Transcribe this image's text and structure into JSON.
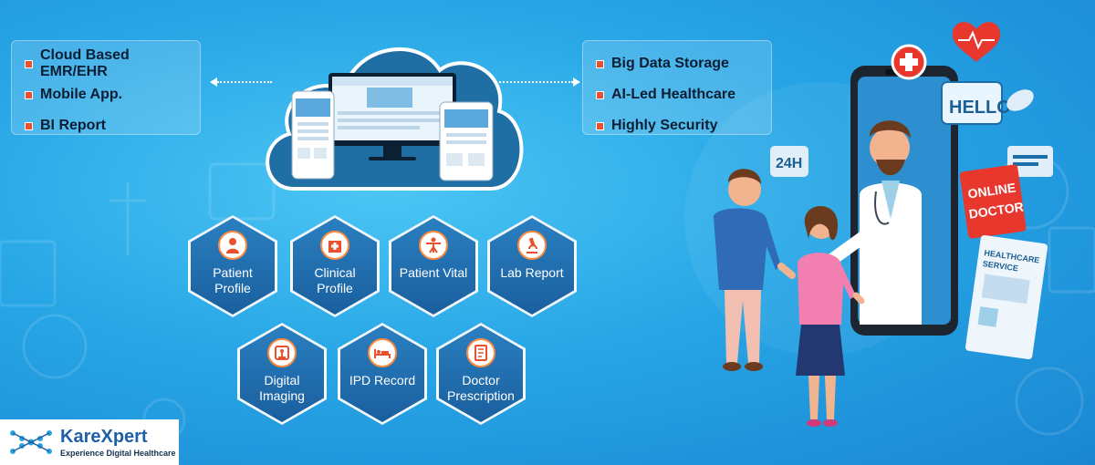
{
  "features_left": [
    {
      "label": "Cloud Based EMR/EHR"
    },
    {
      "label": "Mobile App."
    },
    {
      "label": "BI Report"
    }
  ],
  "features_right": [
    {
      "label": "Big Data Storage"
    },
    {
      "label": "AI-Led Healthcare"
    },
    {
      "label": "Highly Security"
    }
  ],
  "modules": [
    {
      "label": "Patient Profile",
      "icon": "patient-icon"
    },
    {
      "label": "Clinical Profile",
      "icon": "hospital-icon"
    },
    {
      "label": "Patient Vital",
      "icon": "vital-icon"
    },
    {
      "label": "Lab Report",
      "icon": "microscope-icon"
    },
    {
      "label": "Digital Imaging",
      "icon": "xray-icon"
    },
    {
      "label": "IPD Record",
      "icon": "bed-icon"
    },
    {
      "label": "Doctor Prescription",
      "icon": "prescription-icon"
    }
  ],
  "illustration": {
    "badge_24h": "24H",
    "hello_bubble": "HELLO",
    "online_doctor_line1": "ONLINE",
    "online_doctor_line2": "DOCTOR",
    "healthcare_card_line1": "HEALTHCARE",
    "healthcare_card_line2": "SERVICE"
  },
  "brand": {
    "name": "KareXpert",
    "tagline": "Experience Digital Healthcare"
  },
  "colors": {
    "background": "#27a6e6",
    "hexagon": "#1a5f9e",
    "bullet": "#e8502e",
    "brand": "#1f5fa8",
    "accent_red": "#e8382e"
  }
}
